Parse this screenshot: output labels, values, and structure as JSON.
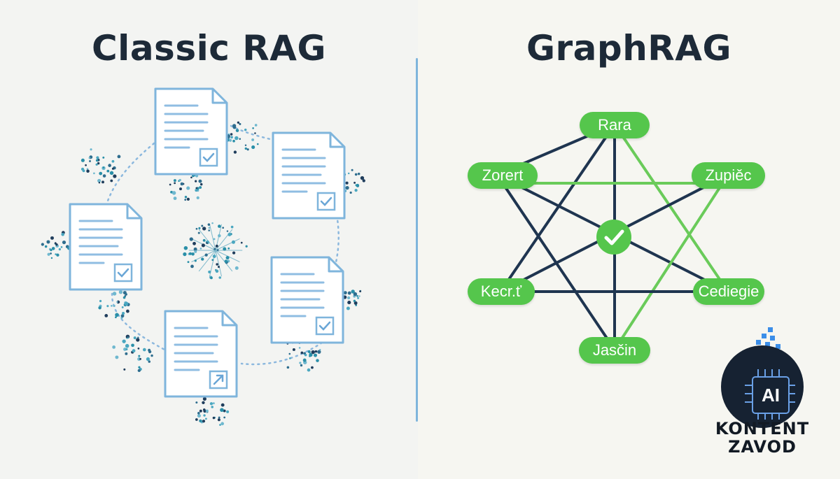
{
  "left_panel": {
    "title": "Classic RAG"
  },
  "right_panel": {
    "title": "GraphRAG",
    "nodes": [
      "Rara",
      "Zupiěc",
      "Cediegie",
      "Jasčin",
      "Kecr.ť",
      "Zorert"
    ]
  },
  "logo": {
    "badge": "AI",
    "line1": "KONTENT",
    "line2": "ZAVOD"
  },
  "colors": {
    "accent_blue": "#7fb5dc",
    "node_green": "#55c64c",
    "edge_navy": "#1f3550",
    "title_dark": "#1d2a38",
    "dot_teal": "#2a8fa8"
  }
}
